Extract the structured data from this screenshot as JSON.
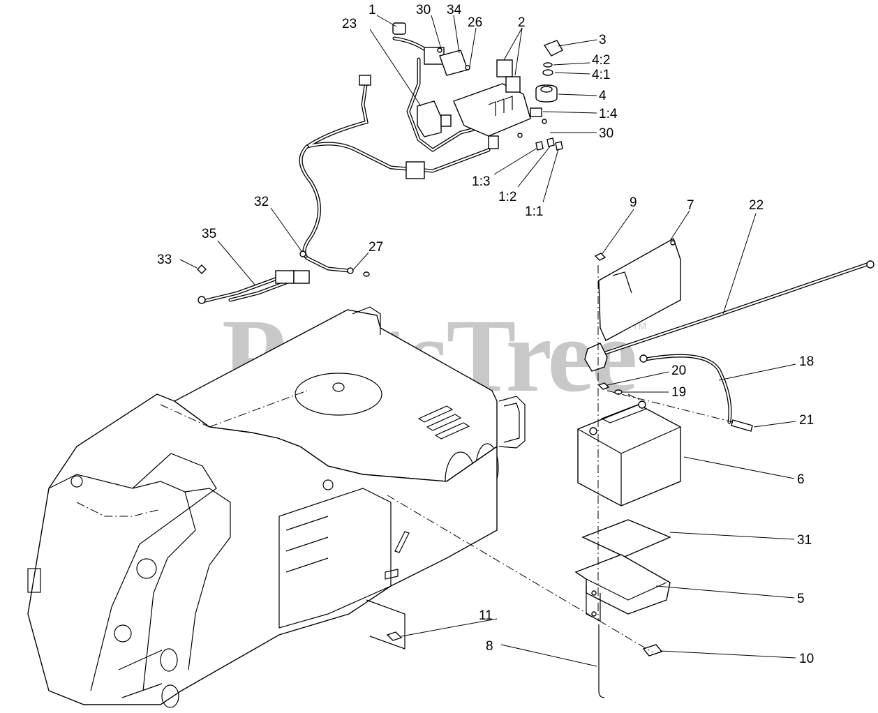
{
  "watermark": {
    "text": "PartsTree",
    "trademark": "TM"
  },
  "callouts": [
    {
      "id": "c-1",
      "label": "1"
    },
    {
      "id": "c-30a",
      "label": "30"
    },
    {
      "id": "c-34",
      "label": "34"
    },
    {
      "id": "c-26",
      "label": "26"
    },
    {
      "id": "c-2",
      "label": "2"
    },
    {
      "id": "c-23",
      "label": "23"
    },
    {
      "id": "c-3",
      "label": "3"
    },
    {
      "id": "c-4-2",
      "label": "4:2"
    },
    {
      "id": "c-4-1",
      "label": "4:1"
    },
    {
      "id": "c-4",
      "label": "4"
    },
    {
      "id": "c-1-4",
      "label": "1:4"
    },
    {
      "id": "c-30b",
      "label": "30"
    },
    {
      "id": "c-1-3",
      "label": "1:3"
    },
    {
      "id": "c-1-2",
      "label": "1:2"
    },
    {
      "id": "c-1-1",
      "label": "1:1"
    },
    {
      "id": "c-32",
      "label": "32"
    },
    {
      "id": "c-35",
      "label": "35"
    },
    {
      "id": "c-27",
      "label": "27"
    },
    {
      "id": "c-33",
      "label": "33"
    },
    {
      "id": "c-9",
      "label": "9"
    },
    {
      "id": "c-7",
      "label": "7"
    },
    {
      "id": "c-22",
      "label": "22"
    },
    {
      "id": "c-20",
      "label": "20"
    },
    {
      "id": "c-18",
      "label": "18"
    },
    {
      "id": "c-19",
      "label": "19"
    },
    {
      "id": "c-21",
      "label": "21"
    },
    {
      "id": "c-6",
      "label": "6"
    },
    {
      "id": "c-31",
      "label": "31"
    },
    {
      "id": "c-5",
      "label": "5"
    },
    {
      "id": "c-11",
      "label": "11"
    },
    {
      "id": "c-8",
      "label": "8"
    },
    {
      "id": "c-10",
      "label": "10"
    }
  ]
}
